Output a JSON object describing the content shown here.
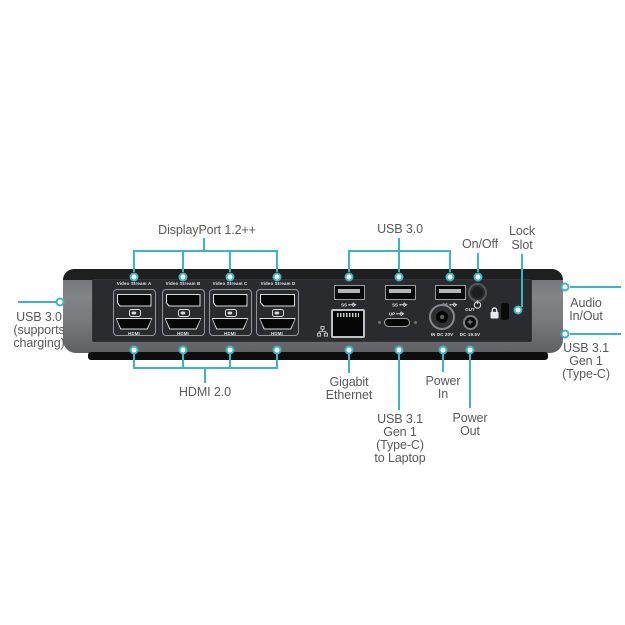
{
  "diagram": {
    "type": "docking-station rear port diagram",
    "accent_color": "#3DB4C6",
    "label_color": "#58595B"
  },
  "callouts": {
    "displayport": {
      "label": "DisplayPort 1.2++"
    },
    "usb30_top": {
      "label": "USB 3.0"
    },
    "on_off": {
      "label": "On/Off"
    },
    "lock_slot": {
      "line1": "Lock",
      "line2": "Slot"
    },
    "usb30_left": {
      "line1": "USB 3.0",
      "line2": "(supports",
      "line3": "charging)"
    },
    "audio_io": {
      "line1": "Audio",
      "line2": "In/Out"
    },
    "usb31_typec": {
      "line1": "USB 3.1",
      "line2": "Gen 1",
      "line3": "(Type-C)"
    },
    "hdmi": {
      "label": "HDMI 2.0"
    },
    "gigabit_ethernet": {
      "line1": "Gigabit",
      "line2": "Ethernet"
    },
    "usb31_to_laptop": {
      "line1": "USB 3.1",
      "line2": "Gen 1",
      "line3": "(Type-C)",
      "line4": "to Laptop"
    },
    "power_in": {
      "line1": "Power",
      "line2": "In"
    },
    "power_out": {
      "line1": "Power",
      "line2": "Out"
    }
  },
  "dock": {
    "video_streams": [
      {
        "label": "Video Stream A",
        "hdmi_label": "HDMI"
      },
      {
        "label": "Video Stream B",
        "hdmi_label": "HDMI"
      },
      {
        "label": "Video Stream C",
        "hdmi_label": "HDMI"
      },
      {
        "label": "Video Stream D",
        "hdmi_label": "HDMI"
      }
    ],
    "usb_ss_label": "SS",
    "usbc_upstream_label": "UP",
    "power_in_label": "IN DC 20V",
    "power_out_top_label": "OUT",
    "power_out_label": "DC 19.5V"
  }
}
